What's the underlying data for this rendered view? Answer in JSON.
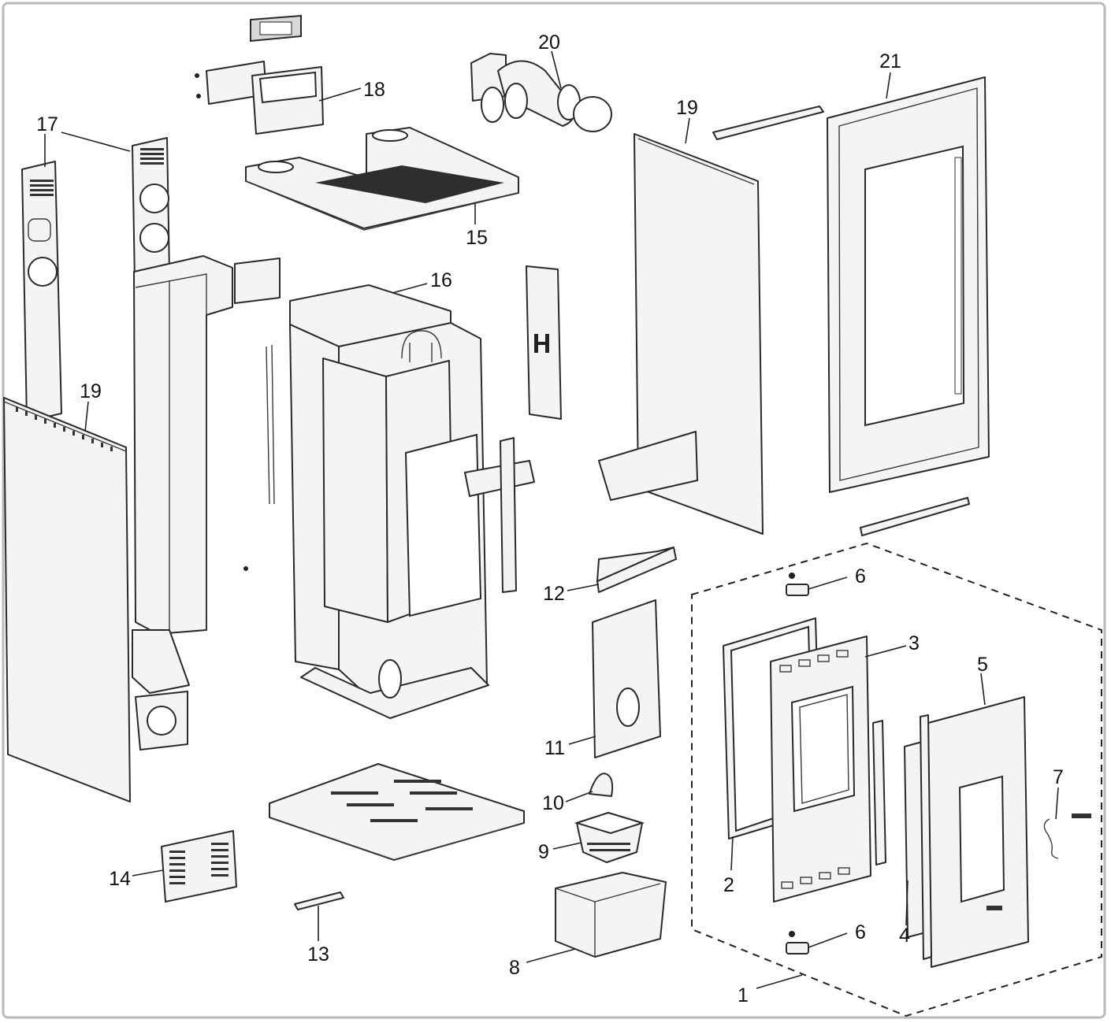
{
  "callouts": {
    "c1": "1",
    "c2": "2",
    "c3": "3",
    "c4": "4",
    "c5": "5",
    "c6a": "6",
    "c6b": "6",
    "c7": "7",
    "c8": "8",
    "c9": "9",
    "c10": "10",
    "c11": "11",
    "c12": "12",
    "c13": "13",
    "c14": "14",
    "c15": "15",
    "c16": "16",
    "c17": "17",
    "c18": "18",
    "c19a": "19",
    "c19b": "19",
    "c20": "20",
    "c21": "21"
  },
  "colors": {
    "line": "#2a2a2a",
    "panel": "#f4f4f4",
    "shade": "#d8d8d8",
    "background": "#ffffff"
  }
}
